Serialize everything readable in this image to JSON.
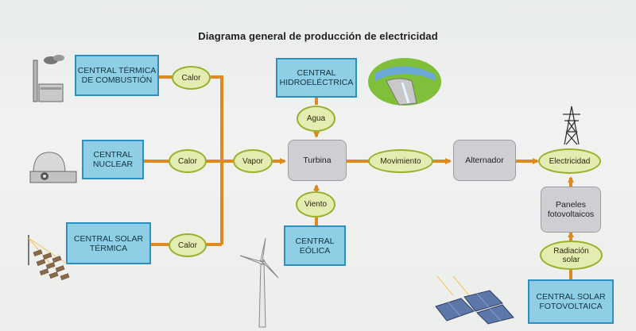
{
  "diagram": {
    "title": "Diagrama general de producción de electricidad",
    "sources": {
      "termica": "CENTRAL TÉRMICA\nDE COMBUSTIÓN",
      "nuclear": "CENTRAL\nNUCLEAR",
      "solar_termica": "CENTRAL SOLAR\nTÉRMICA",
      "hidro": "CENTRAL\nHIDROELÉCTRICA",
      "eolica": "CENTRAL\nEÓLICA",
      "solar_fv": "CENTRAL SOLAR\nFOTOVOLTAICA"
    },
    "processes": {
      "turbina": "Turbina",
      "alternador": "Alternador",
      "paneles": "Paneles\nfotovoltaicos"
    },
    "flows": {
      "calor_1": "Calor",
      "calor_2": "Calor",
      "calor_3": "Calor",
      "vapor": "Vapor",
      "agua": "Agua",
      "viento": "Viento",
      "movimiento": "Movimiento",
      "electricidad": "Electricidad",
      "radiacion": "Radiación\nsolar"
    },
    "colors": {
      "source_box": "#8ecfe6",
      "process_box": "#cfcfd3",
      "flow_oval": "#e4ecb2",
      "connector": "#e08a1e"
    }
  }
}
